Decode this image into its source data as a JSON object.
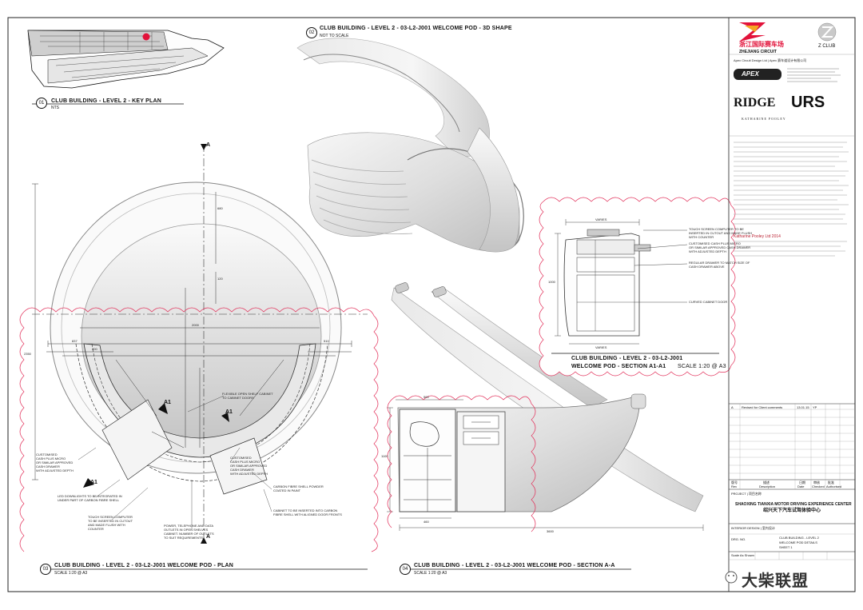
{
  "titles": {
    "key_plan": "CLUB BUILDING - LEVEL 2 - KEY PLAN",
    "key_plan_scale": "NTS",
    "shape3d": "CLUB BUILDING - LEVEL 2 - 03-L2-J001 WELCOME POD - 3D SHAPE",
    "shape3d_scale": "NOT TO SCALE",
    "plan": "CLUB BUILDING - LEVEL 2 - 03-L2-J001 WELCOME POD - PLAN",
    "plan_scale": "SCALE 1:20 @ A3",
    "section_aa": "CLUB BUILDING - LEVEL 2 - 03-L2-J001 WELCOME POD - SECTION A-A",
    "section_aa_scale": "SCALE 1:20 @ A3",
    "section_a1_line1": "CLUB BUILDING - LEVEL 2 - 03-L2-J001",
    "section_a1_line2": "WELCOME POD - SECTION A1-A1",
    "section_a1_scale": "SCALE 1:20 @ A3"
  },
  "numbers": {
    "n01": "01",
    "n02": "02",
    "n03": "03",
    "n04": "04"
  },
  "section_markers": {
    "a_top": "A",
    "a_bottom": "A",
    "a1_1": "A1",
    "a1_2": "A1",
    "a1_3": "A1"
  },
  "dimensions": {
    "d_top": "680",
    "d_mid": "120",
    "d_2000": "2000",
    "d_left_v": "2350",
    "d_837": "837",
    "d_200": "200",
    "d_510": "510",
    "d_sec_500": "500",
    "d_sec_h": "1100",
    "d_sec_460": "460",
    "d_sec_3600": "3600",
    "d_a1_w": "VARIES",
    "d_a1_h": "1000",
    "d_a1_bot": "VARIES"
  },
  "annotations": {
    "plan_1": "CUSTOMISED\nCASH PLUS MICRO\nOR SIMILAR APPROVED\nCASH DRAWER\nWITH ADJUSTED DEPTH",
    "plan_2": "LED DOWNLIGHTS TO BE INTEGRATED IN\nUNDER PART OF CARBON FIBRE SHELL",
    "plan_3": "TOUCH SCREEN COMPUTER\nTO BE INSERTED IN CUTOUT\nAND MADE FLUSH WITH\nCOUNTER",
    "plan_4": "POWER, TELEPHONE AND DATA\nOUTLETS IN OPEN SHELVES\nCABINET. NUMBER OF OUTLETS\nTO SUIT REQUIREMENTS",
    "plan_5": "FLEXIBLE OPEN SHELF CABINET\nTO CABINET DOORS",
    "plan_6": "CUSTOMISED\nCASH PLUS MICRO\nOR SIMILAR APPROVED\nCASH DRAWER\nWITH ADJUSTED DEPTH",
    "plan_7": "CARBON FIBRE SHELL POWDER\nCOATED IN PAINT",
    "plan_8": "CABINET TO BE INSERTED INTO CARBON\nFIBRE SHELL WITH ALIGNED DOOR FRONTS",
    "a1_1": "TOUCH SCREEN COMPUTER TO BE\nINSERTED IN CUTOUT AND MADE FLUSH\nWITH COUNTER",
    "a1_2": "CUSTOMISED CASH PLUS MICRO\nOR SIMILAR APPROVED CASH DRAWER\nWITH ADJUSTED DEPTH",
    "a1_3": "REGULAR DRAWER TO MATCH SIZE OF\nCASH DRAWER ABOVE",
    "a1_4": "CURVED CABINET DOOR"
  },
  "title_block": {
    "logo_cn": "浙江国际赛车场",
    "logo_en": "ZHEJIANG CIRCUIT",
    "zclub": "Z CLUB",
    "apex_line": "Apex Circuit Design Ltd | Apex 赛车道设计有限公司",
    "apex_logo": "APEX",
    "ridge": "RIDGE",
    "urs": "URS",
    "katharine": "KATHARINE POOLEY",
    "copyright": "Katharine Pooley Ltd 2014",
    "rev_col1": "Rev",
    "rev_col2": "Description",
    "rev_col3": "Date",
    "rev_col4": "Checked",
    "rev_col5": "Authorised",
    "rev_row1_a": "A",
    "rev_row1_b": "Revised for Client comments",
    "rev_row1_c": "13.01.15",
    "rev_row1_d": "YP",
    "hdr_cn1": "版号",
    "hdr_cn2": "描述",
    "hdr_cn3": "日期",
    "hdr_cn4": "审核",
    "hdr_cn5": "批准",
    "project_label": "PROJECT | 项目名称",
    "project_en": "SHAOXING TIANXIA MOTOR DRIVING EXPERIENCE CENTER",
    "project_cn": "绍兴天下汽车试驾体验中心",
    "interior_design": "INTERIOR DESIGN | 室内设计",
    "drawing_no": "DRG. NO.",
    "drawing_title_1": "CLUB BUILDING - LEVEL 2",
    "drawing_title_2": "WELCOME POD DETAILS",
    "drawing_title_3": "SHEET 1",
    "scale_label": "Scale As Shown",
    "watermark": "大柴联盟"
  }
}
